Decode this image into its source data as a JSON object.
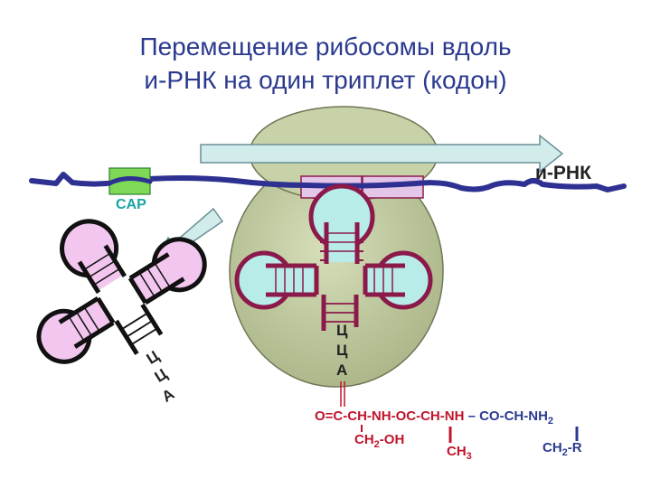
{
  "title": {
    "line1": "Перемещение рибосомы вдоль",
    "line2": "и-РНК на один триплет (кодон)"
  },
  "labels": {
    "mrna": "и-РНК",
    "cap": "CAP",
    "anticodon_left": [
      "Ц",
      "Ц",
      "А"
    ],
    "anticodon_center": [
      "Ц",
      "Ц",
      "А"
    ]
  },
  "peptide": {
    "ser_main": "O=C-CH-",
    "ser_side": "CH",
    "ser_side_sub": "2",
    "ser_side_tail": "-OH",
    "chain_red": "NH-OC-CH-NH",
    "chain_rest": " – CO-CH-NH",
    "chain_sub": "2",
    "ala_side": "CH",
    "ala_sub": "3",
    "r_side": "CH",
    "r_sub": "2",
    "r_tail": "-R"
  },
  "colors": {
    "title": "#2b3a8f",
    "mrna": "#2e3192",
    "ribosome": "#c5d0a6",
    "trna_outline": "#8b1a4a",
    "trna_fill_left": "#f2c6ee",
    "trna_fill_center": "#b8ece8",
    "peptide_red": "#c0142b",
    "peptide_blue": "#2b3a8f",
    "arrow_fill": "#d2ecec",
    "cap_green": "#7ed957",
    "cap_text": "#1aa3a3"
  }
}
